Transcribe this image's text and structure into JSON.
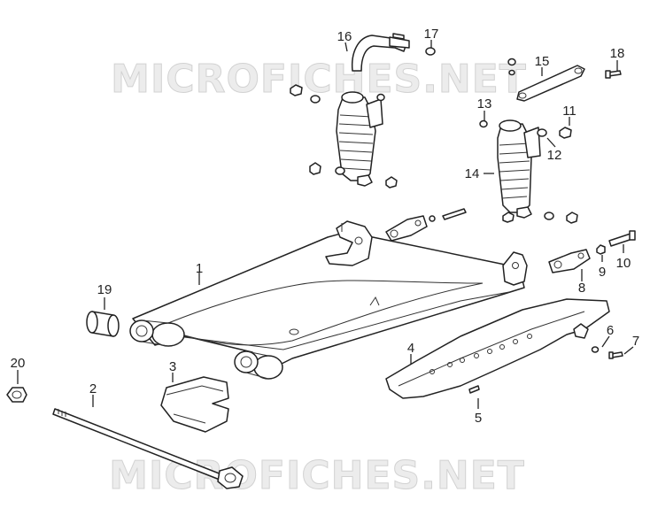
{
  "watermark": {
    "top": "MICROFICHES.NET",
    "bottom": "MICROFICHES.NET"
  },
  "callouts": [
    {
      "n": "1"
    },
    {
      "n": "2"
    },
    {
      "n": "3"
    },
    {
      "n": "4"
    },
    {
      "n": "5"
    },
    {
      "n": "6"
    },
    {
      "n": "7"
    },
    {
      "n": "8"
    },
    {
      "n": "9"
    },
    {
      "n": "10"
    },
    {
      "n": "11"
    },
    {
      "n": "12"
    },
    {
      "n": "13"
    },
    {
      "n": "14"
    },
    {
      "n": "15"
    },
    {
      "n": "16"
    },
    {
      "n": "17"
    },
    {
      "n": "18"
    },
    {
      "n": "19"
    },
    {
      "n": "20"
    }
  ]
}
